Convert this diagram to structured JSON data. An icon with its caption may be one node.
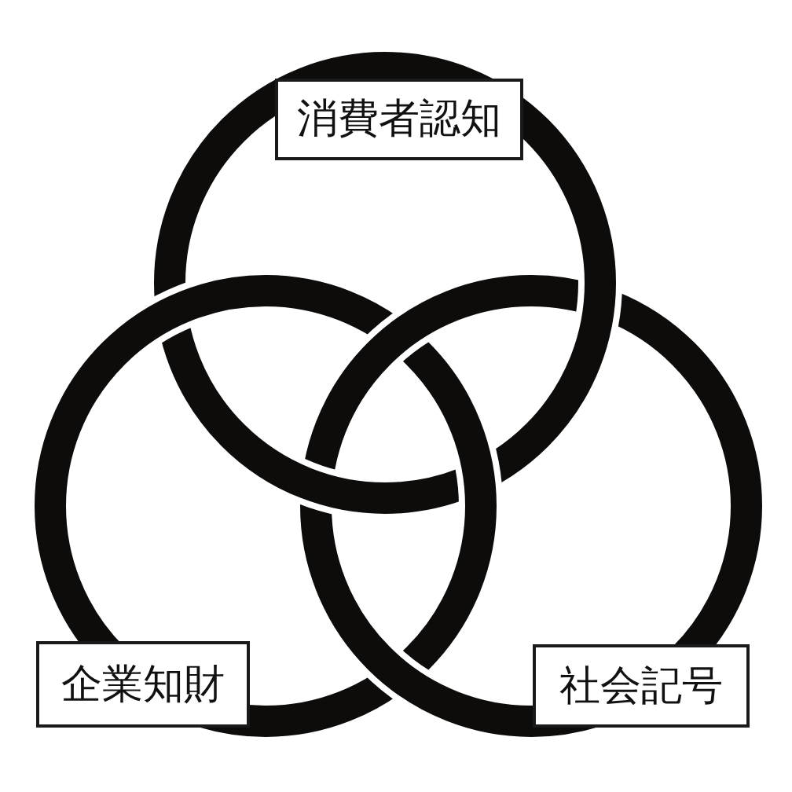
{
  "diagram": {
    "nodes": [
      {
        "text": [
          "消費者認知"
        ]
      },
      {
        "text": [
          "企業知財"
        ]
      },
      {
        "text": [
          "社会記号"
        ]
      }
    ]
  }
}
